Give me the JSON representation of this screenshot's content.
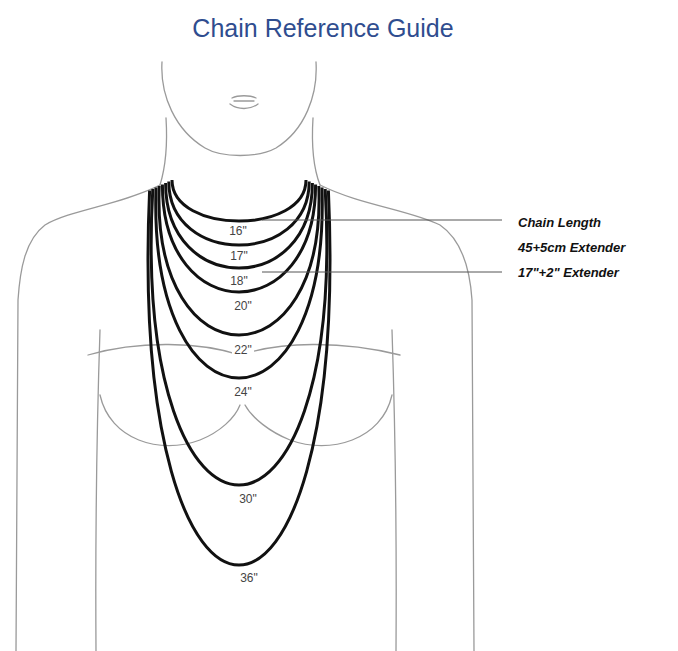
{
  "diagram": {
    "title": "Chain Reference Guide",
    "labels": [
      "16\"",
      "17\"",
      "18\"",
      "20\"",
      "22\"",
      "24\"",
      "30\"",
      "36\"",
      "Chain Length",
      "45+5cm Extender",
      "17\"+2\" Extender"
    ]
  }
}
